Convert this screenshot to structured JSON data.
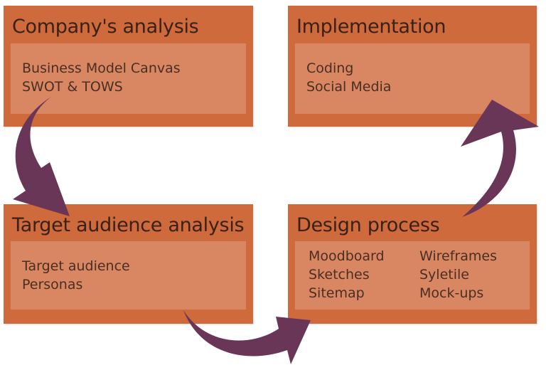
{
  "boxes": {
    "company": {
      "title": "Company's analysis",
      "items": [
        "Business Model Canvas",
        "SWOT & TOWS"
      ]
    },
    "implementation": {
      "title": "Implementation",
      "items": [
        "Coding",
        "Social Media"
      ]
    },
    "target": {
      "title": "Target audience analysis",
      "items": [
        "Target audience",
        "Personas"
      ]
    },
    "design": {
      "title": "Design process",
      "left_items": [
        "Moodboard",
        "Sketches",
        "Sitemap"
      ],
      "right_items": [
        "Wireframes",
        "Syletile",
        "Mock-ups"
      ]
    }
  },
  "colors": {
    "box": "#cf6a3c",
    "inner": "#d98763",
    "arrow": "#6a3657"
  }
}
